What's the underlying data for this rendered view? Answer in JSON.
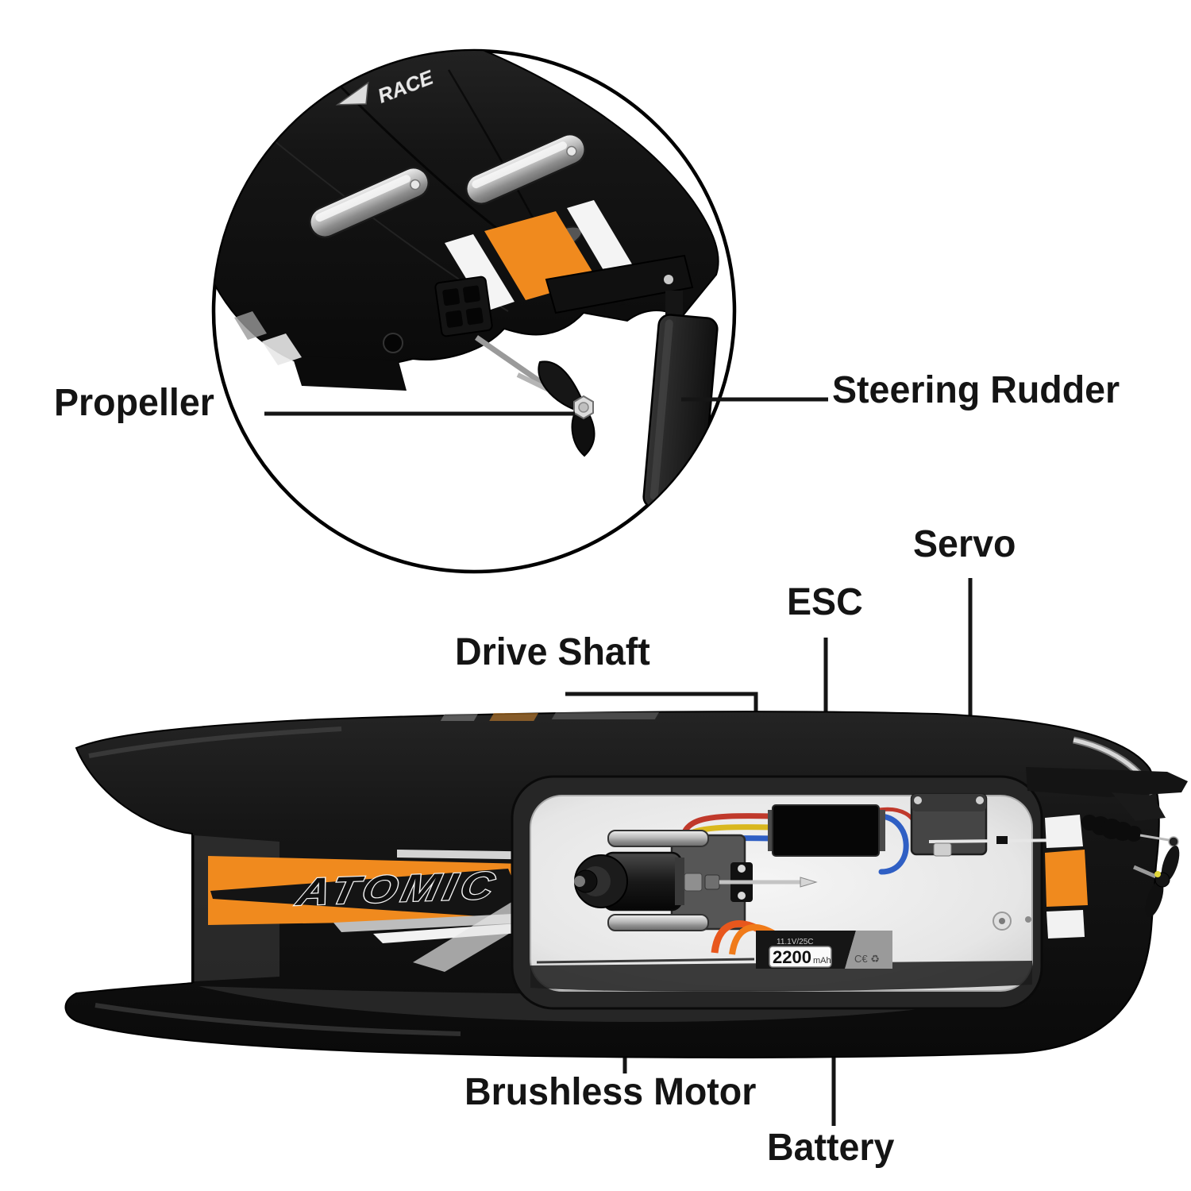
{
  "figure": {
    "background": "#ffffff",
    "accent_orange": "#f08a1e",
    "callout_color": "#141414"
  },
  "callouts": {
    "propeller": {
      "label": "Propeller"
    },
    "steering_rudder": {
      "label": "Steering Rudder"
    },
    "servo": {
      "label": "Servo"
    },
    "esc": {
      "label": "ESC"
    },
    "drive_shaft": {
      "label": "Drive Shaft"
    },
    "brushless_motor": {
      "label": "Brushless Motor"
    },
    "battery": {
      "label": "Battery"
    }
  },
  "inset": {
    "hull_logo": "RACE"
  },
  "boat": {
    "hull_brand": "ATOMIC",
    "battery": {
      "spec": "11.1V/25C",
      "capacity": "2200",
      "capacity_unit": "mAh",
      "cert_marks": "C€ ♻"
    }
  }
}
